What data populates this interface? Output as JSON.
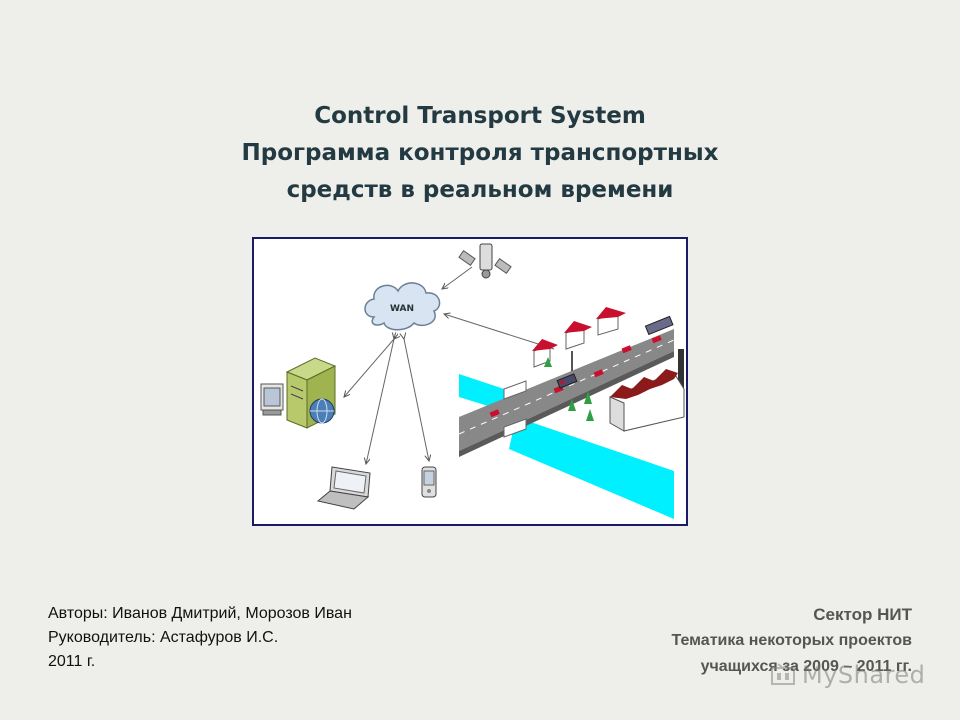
{
  "slide": {
    "title_line1": "Control Transport System",
    "title_line2": "Программа контроля транспортных",
    "title_line3": "средств в реальном времени"
  },
  "diagram": {
    "cloud_label": "WAN",
    "icons": [
      "satellite-icon",
      "server-icon",
      "globe-icon",
      "laptop-icon",
      "phone-icon",
      "house-icon",
      "factory-icon",
      "train-icon",
      "car-icon",
      "tree-icon"
    ]
  },
  "authors": {
    "line1": "Авторы: Иванов Дмитрий, Морозов Иван",
    "line2": "Руководитель: Астафуров И.С.",
    "line3": "2011 г."
  },
  "sector": {
    "line1": "Сектор НИТ",
    "line2": "Тематика некоторых проектов",
    "line3": "учащихся за  2009 – 2011 гг."
  },
  "watermark": {
    "text": "MyShared"
  },
  "colors": {
    "title": "#233a42",
    "frame": "#1a1a66",
    "water": "#00f0ff",
    "road": "#808080",
    "roof": "#c8102e"
  }
}
